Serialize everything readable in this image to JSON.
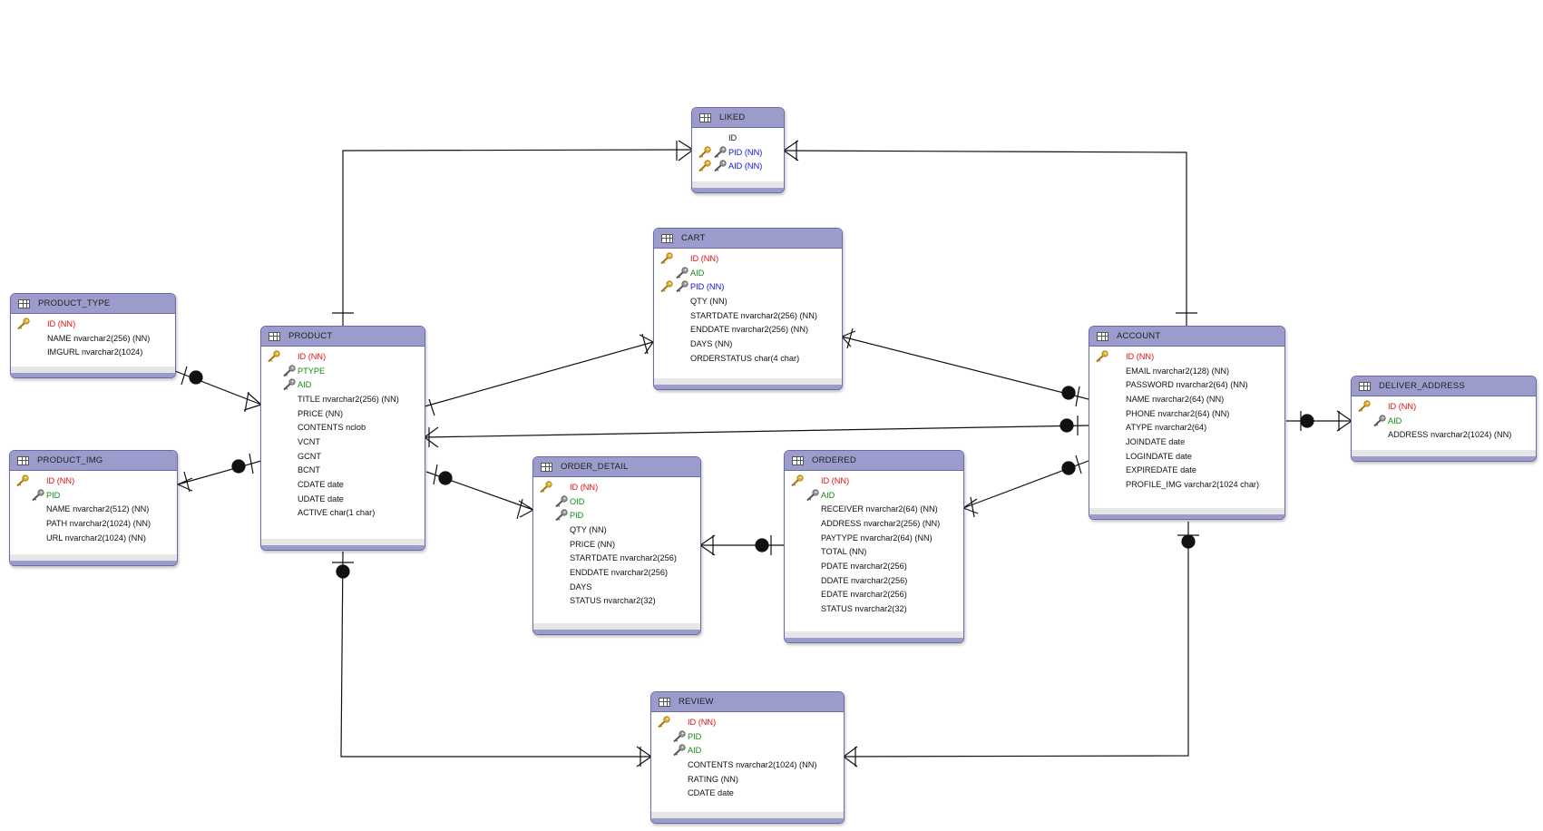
{
  "colors": {
    "header": "#9c9ccc",
    "border": "#6a6aa8",
    "primary_key": "#e01010",
    "foreign_key_green": "#108a10",
    "foreign_key_blue": "#1010e0",
    "line": "#111111",
    "key_gold": "#d8a020",
    "key_gray": "#8a8a8a"
  },
  "tables": {
    "liked": {
      "name": "LIKED",
      "columns": [
        {
          "text": "ID",
          "kind": "plain",
          "keys": []
        },
        {
          "text": "PID  (NN)",
          "kind": "fk-b",
          "keys": [
            "gold",
            "gray"
          ]
        },
        {
          "text": "AID  (NN)",
          "kind": "fk-b",
          "keys": [
            "gold",
            "gray"
          ]
        }
      ]
    },
    "cart": {
      "name": "CART",
      "columns": [
        {
          "text": "ID  (NN)",
          "kind": "pk",
          "keys": [
            "gold"
          ]
        },
        {
          "text": "AID",
          "kind": "fk-g",
          "keys": [
            "",
            "gray"
          ]
        },
        {
          "text": "PID  (NN)",
          "kind": "fk-b",
          "keys": [
            "gold",
            "gray"
          ]
        },
        {
          "text": "QTY  (NN)",
          "kind": "plain",
          "keys": []
        },
        {
          "text": "STARTDATE nvarchar2(256) (NN)",
          "kind": "plain",
          "keys": []
        },
        {
          "text": "ENDDATE nvarchar2(256) (NN)",
          "kind": "plain",
          "keys": []
        },
        {
          "text": "DAYS  (NN)",
          "kind": "plain",
          "keys": []
        },
        {
          "text": "ORDERSTATUS char(4 char)",
          "kind": "plain",
          "keys": []
        }
      ]
    },
    "product_type": {
      "name": "PRODUCT_TYPE",
      "columns": [
        {
          "text": "ID  (NN)",
          "kind": "pk",
          "keys": [
            "gold"
          ]
        },
        {
          "text": "NAME nvarchar2(256) (NN)",
          "kind": "plain",
          "keys": []
        },
        {
          "text": "IMGURL nvarchar2(1024)",
          "kind": "plain",
          "keys": []
        }
      ]
    },
    "product_img": {
      "name": "PRODUCT_IMG",
      "columns": [
        {
          "text": "ID  (NN)",
          "kind": "pk",
          "keys": [
            "gold"
          ]
        },
        {
          "text": "PID",
          "kind": "fk-g",
          "keys": [
            "",
            "gray"
          ]
        },
        {
          "text": "NAME nvarchar2(512) (NN)",
          "kind": "plain",
          "keys": []
        },
        {
          "text": "PATH nvarchar2(1024) (NN)",
          "kind": "plain",
          "keys": []
        },
        {
          "text": "URL nvarchar2(1024) (NN)",
          "kind": "plain",
          "keys": []
        }
      ]
    },
    "product": {
      "name": "PRODUCT",
      "columns": [
        {
          "text": "ID  (NN)",
          "kind": "pk",
          "keys": [
            "gold"
          ]
        },
        {
          "text": "PTYPE",
          "kind": "fk-g",
          "keys": [
            "",
            "gray"
          ]
        },
        {
          "text": "AID",
          "kind": "fk-g",
          "keys": [
            "",
            "gray"
          ]
        },
        {
          "text": "TITLE nvarchar2(256) (NN)",
          "kind": "plain",
          "keys": []
        },
        {
          "text": "PRICE  (NN)",
          "kind": "plain",
          "keys": []
        },
        {
          "text": "CONTENTS nclob",
          "kind": "plain",
          "keys": []
        },
        {
          "text": "VCNT",
          "kind": "plain",
          "keys": []
        },
        {
          "text": "GCNT",
          "kind": "plain",
          "keys": []
        },
        {
          "text": "BCNT",
          "kind": "plain",
          "keys": []
        },
        {
          "text": "CDATE date",
          "kind": "plain",
          "keys": []
        },
        {
          "text": "UDATE date",
          "kind": "plain",
          "keys": []
        },
        {
          "text": "ACTIVE char(1 char)",
          "kind": "plain",
          "keys": []
        }
      ]
    },
    "order_detail": {
      "name": "ORDER_DETAIL",
      "columns": [
        {
          "text": "ID  (NN)",
          "kind": "pk",
          "keys": [
            "gold"
          ]
        },
        {
          "text": "OID",
          "kind": "fk-g",
          "keys": [
            "",
            "gray"
          ]
        },
        {
          "text": "PID",
          "kind": "fk-g",
          "keys": [
            "",
            "gray"
          ]
        },
        {
          "text": "QTY  (NN)",
          "kind": "plain",
          "keys": []
        },
        {
          "text": "PRICE  (NN)",
          "kind": "plain",
          "keys": []
        },
        {
          "text": "STARTDATE nvarchar2(256)",
          "kind": "plain",
          "keys": []
        },
        {
          "text": "ENDDATE nvarchar2(256)",
          "kind": "plain",
          "keys": []
        },
        {
          "text": "DAYS",
          "kind": "plain",
          "keys": []
        },
        {
          "text": "STATUS nvarchar2(32)",
          "kind": "plain",
          "keys": []
        }
      ]
    },
    "ordered": {
      "name": "ORDERED",
      "columns": [
        {
          "text": "ID  (NN)",
          "kind": "pk",
          "keys": [
            "gold"
          ]
        },
        {
          "text": "AID",
          "kind": "fk-g",
          "keys": [
            "",
            "gray"
          ]
        },
        {
          "text": "RECEIVER nvarchar2(64) (NN)",
          "kind": "plain",
          "keys": []
        },
        {
          "text": "ADDRESS nvarchar2(256) (NN)",
          "kind": "plain",
          "keys": []
        },
        {
          "text": "PAYTYPE nvarchar2(64) (NN)",
          "kind": "plain",
          "keys": []
        },
        {
          "text": "TOTAL  (NN)",
          "kind": "plain",
          "keys": []
        },
        {
          "text": "PDATE nvarchar2(256)",
          "kind": "plain",
          "keys": []
        },
        {
          "text": "DDATE nvarchar2(256)",
          "kind": "plain",
          "keys": []
        },
        {
          "text": "EDATE nvarchar2(256)",
          "kind": "plain",
          "keys": []
        },
        {
          "text": "STATUS nvarchar2(32)",
          "kind": "plain",
          "keys": []
        }
      ]
    },
    "account": {
      "name": "ACCOUNT",
      "columns": [
        {
          "text": "ID  (NN)",
          "kind": "pk",
          "keys": [
            "gold"
          ]
        },
        {
          "text": "EMAIL nvarchar2(128) (NN)",
          "kind": "plain",
          "keys": []
        },
        {
          "text": "PASSWORD nvarchar2(64) (NN)",
          "kind": "plain",
          "keys": []
        },
        {
          "text": "NAME nvarchar2(64) (NN)",
          "kind": "plain",
          "keys": []
        },
        {
          "text": "PHONE nvarchar2(64) (NN)",
          "kind": "plain",
          "keys": []
        },
        {
          "text": "ATYPE nvarchar2(64)",
          "kind": "plain",
          "keys": []
        },
        {
          "text": "JOINDATE date",
          "kind": "plain",
          "keys": []
        },
        {
          "text": "LOGINDATE date",
          "kind": "plain",
          "keys": []
        },
        {
          "text": "EXPIREDATE date",
          "kind": "plain",
          "keys": []
        },
        {
          "text": "PROFILE_IMG varchar2(1024 char)",
          "kind": "plain",
          "keys": []
        }
      ]
    },
    "deliver_address": {
      "name": "DELIVER_ADDRESS",
      "columns": [
        {
          "text": "ID  (NN)",
          "kind": "pk",
          "keys": [
            "gold"
          ]
        },
        {
          "text": "AID",
          "kind": "fk-g",
          "keys": [
            "",
            "gray"
          ]
        },
        {
          "text": "ADDRESS nvarchar2(1024) (NN)",
          "kind": "plain",
          "keys": []
        }
      ]
    },
    "review": {
      "name": "REVIEW",
      "columns": [
        {
          "text": "ID  (NN)",
          "kind": "pk",
          "keys": [
            "gold"
          ]
        },
        {
          "text": "PID",
          "kind": "fk-g",
          "keys": [
            "",
            "gray"
          ]
        },
        {
          "text": "AID",
          "kind": "fk-g",
          "keys": [
            "",
            "gray"
          ]
        },
        {
          "text": "CONTENTS nvarchar2(1024) (NN)",
          "kind": "plain",
          "keys": []
        },
        {
          "text": "RATING  (NN)",
          "kind": "plain",
          "keys": []
        },
        {
          "text": "CDATE date",
          "kind": "plain",
          "keys": []
        }
      ]
    }
  },
  "relationships": [
    {
      "from": "PRODUCT",
      "to": "LIKED"
    },
    {
      "from": "ACCOUNT",
      "to": "LIKED"
    },
    {
      "from": "PRODUCT",
      "to": "CART"
    },
    {
      "from": "ACCOUNT",
      "to": "CART"
    },
    {
      "from": "PRODUCT_TYPE",
      "to": "PRODUCT"
    },
    {
      "from": "PRODUCT",
      "to": "PRODUCT_IMG"
    },
    {
      "from": "ACCOUNT",
      "to": "PRODUCT"
    },
    {
      "from": "PRODUCT",
      "to": "ORDER_DETAIL"
    },
    {
      "from": "ORDERED",
      "to": "ORDER_DETAIL"
    },
    {
      "from": "ACCOUNT",
      "to": "ORDERED"
    },
    {
      "from": "ACCOUNT",
      "to": "DELIVER_ADDRESS"
    },
    {
      "from": "PRODUCT",
      "to": "REVIEW"
    },
    {
      "from": "ACCOUNT",
      "to": "REVIEW"
    }
  ]
}
